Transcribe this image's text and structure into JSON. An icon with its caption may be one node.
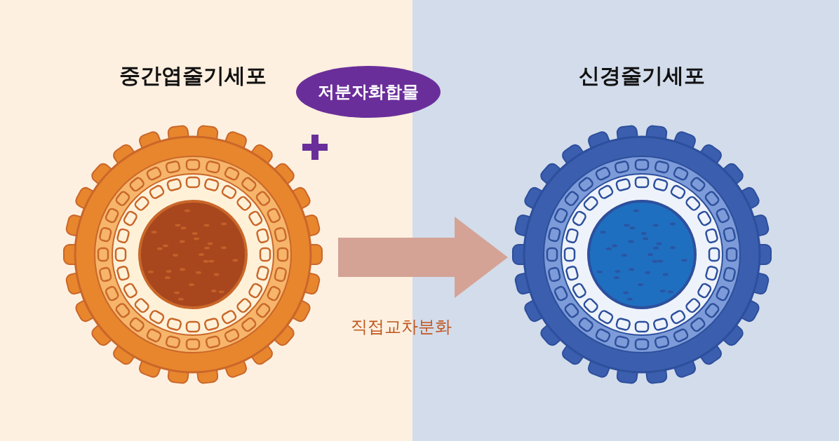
{
  "diagram": {
    "nodes": [
      {
        "text": [
          "중간엽줄기세포"
        ]
      },
      {
        "text": [
          "저분자화합물"
        ]
      },
      {
        "text": [
          "신경줄기세포"
        ]
      }
    ],
    "edges": [
      {
        "from": 0,
        "to": 2,
        "arrow": "to",
        "label": "직접교차분화",
        "style": "thick",
        "color": "#d4a395"
      }
    ]
  }
}
